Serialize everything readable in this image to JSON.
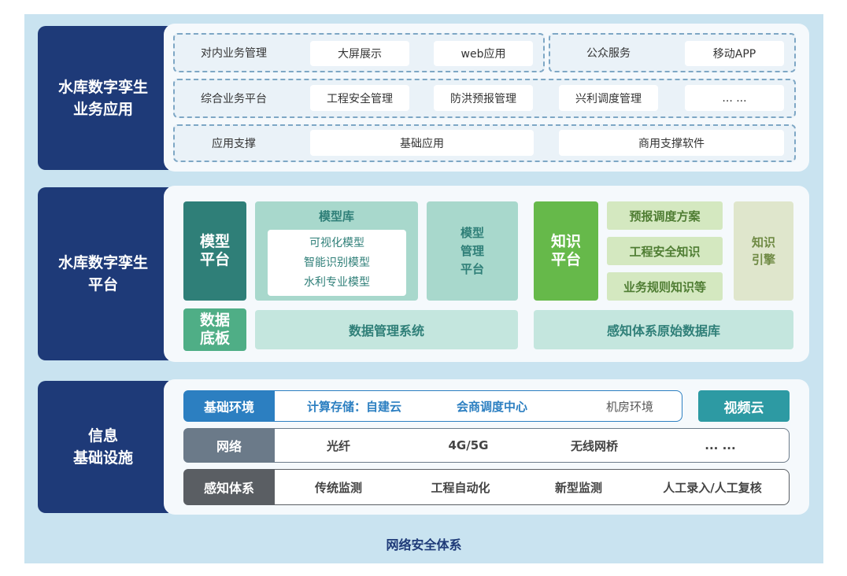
{
  "layers": {
    "app": {
      "label": "水库数字孪生\n业务应用",
      "row1": {
        "group1_title": "对内业务管理",
        "group1_items": [
          "大屏展示",
          "web应用"
        ],
        "group2_title": "公众服务",
        "group2_items": [
          "移动APP"
        ]
      },
      "row2": {
        "title": "综合业务平台",
        "items": [
          "工程安全管理",
          "防洪预报管理",
          "兴利调度管理",
          "... ..."
        ]
      },
      "row3": {
        "title": "应用支撑",
        "items": [
          "基础应用",
          "商用支撑软件"
        ]
      }
    },
    "platform": {
      "label": "水库数字孪生\n平台",
      "model_platform": "模型\n平台",
      "model_lib": {
        "title": "模型库",
        "items": [
          "可视化模型",
          "智能识别模型",
          "水利专业模型"
        ]
      },
      "model_mgmt": "模型\n管理\n平台",
      "knowledge_platform": "知识\n平台",
      "knowledge_items": [
        "预报调度方案",
        "工程安全知识",
        "业务规则知识等"
      ],
      "knowledge_engine": "知识\n引擎",
      "data_base": "数据\n底板",
      "data_mgmt": "数据管理系统",
      "sensing_db": "感知体系原始数据库"
    },
    "infra": {
      "label": "信息\n基础设施",
      "rows": [
        {
          "tag": "基础环境",
          "items": [
            "计算存储：自建云",
            "会商调度中心",
            "机房环境"
          ]
        },
        {
          "tag": "网络",
          "items": [
            "光纤",
            "4G/5G",
            "无线网桥",
            "... ..."
          ]
        },
        {
          "tag": "感知体系",
          "items": [
            "传统监测",
            "工程自动化",
            "新型监测",
            "人工录入/人工复核"
          ]
        }
      ],
      "video_cloud": "视频云"
    }
  },
  "footer": "网络安全体系",
  "colors": {
    "navy": "#1e3a78",
    "frame": "#c9e3f0",
    "teal": "#2f7f78",
    "green": "#66b94a",
    "blue": "#2c7fc1",
    "gray": "#6b7a89",
    "dark": "#5a5e63"
  }
}
